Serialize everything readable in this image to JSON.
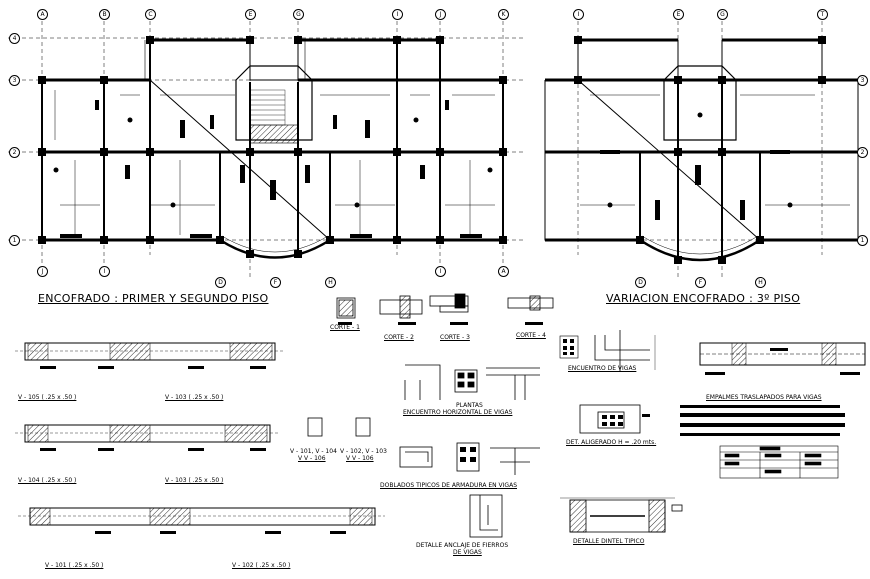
{
  "titles": {
    "plan1": "ENCOFRADO : PRIMER Y SEGUNDO PISO",
    "plan2": "VARIACION ENCOFRADO : 3º PISO"
  },
  "grid": {
    "top_cols_left": [
      "A",
      "B",
      "C",
      "E",
      "G",
      "I",
      "J",
      "K"
    ],
    "top_cols_right": [
      "I",
      "E",
      "G",
      "T"
    ],
    "rows_left": [
      "4",
      "3",
      "2",
      "1"
    ],
    "rows_right": [
      "3",
      "2",
      "1"
    ],
    "bottom_cols_left": [
      "J",
      "I",
      "D",
      "F",
      "H",
      "I",
      "A"
    ],
    "bottom_cols_right": [
      "D",
      "F",
      "H"
    ]
  },
  "labels": {
    "corte1": "CORTE - 1",
    "corte2": "CORTE - 2",
    "corte3": "CORTE - 3",
    "corte4": "CORTE - 4",
    "plantas": "PLANTAS",
    "encuentro_horizontal": "ENCUENTRO HORIZONTAL DE VIGAS",
    "encuentro_vigas": "ENCUENTRO DE VIGAS",
    "empalmes": "EMPALMES TRASLAPADOS PARA VIGAS",
    "det_aligerado": "DET. ALIGERADO H = .20 mts.",
    "doblados": "DOBLADOS TIPICOS DE ARMADURA EN VIGAS",
    "detalle_anclaje_1": "DETALLE ANCLAJE DE FIERROS",
    "detalle_anclaje_2": "DE VIGAS",
    "detalle_dintel": "DETALLE DINTEL TIPICO"
  },
  "beams": {
    "v105": "V - 105 ( .25 x .50 )",
    "v103a": "V - 103 ( .25 x .50 )",
    "v104": "V - 104 ( .25 x .50 )",
    "v103b": "V - 103 ( .25 x .50 )",
    "v101": "V - 101 ( .25 x .50 )",
    "v102": "V - 102 ( .25 x .50 )",
    "sec_a1": "V - 101, V - 104",
    "sec_a2": "V V - 106",
    "sec_b1": "V - 102, V - 103",
    "sec_b2": "V V - 106"
  }
}
